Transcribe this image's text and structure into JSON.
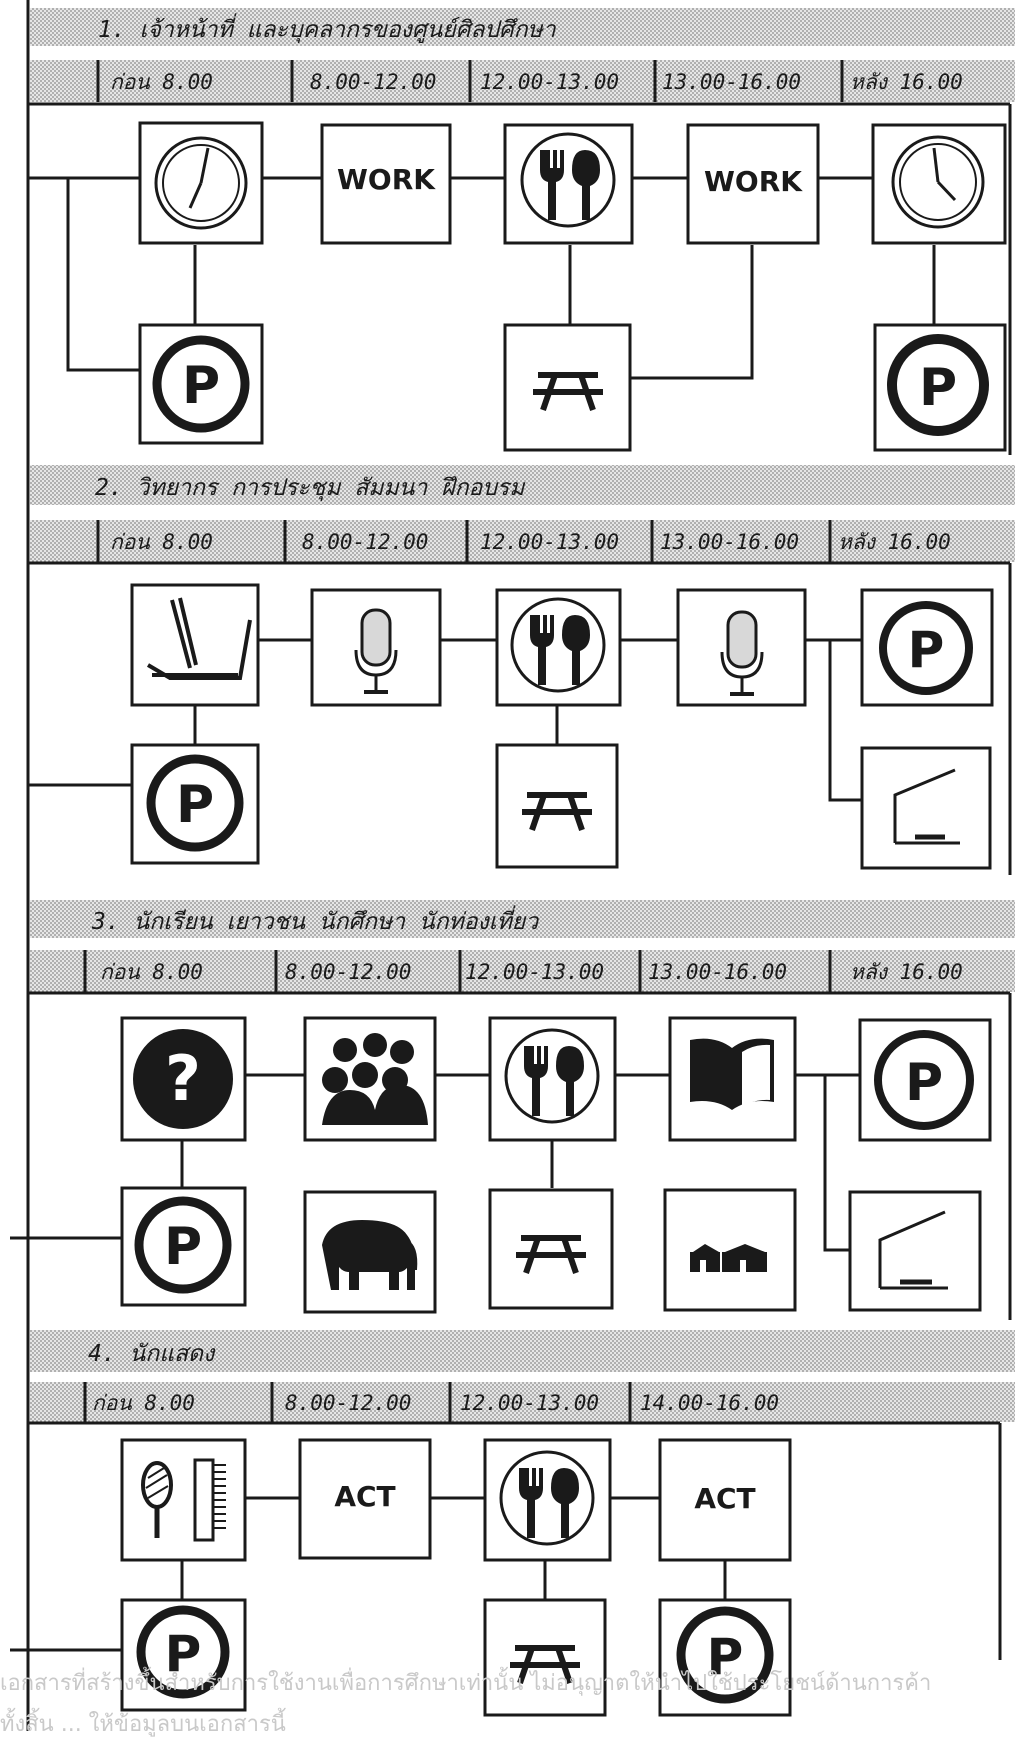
{
  "sections": [
    {
      "title": "1. เจ้าหน้าที่ และบุคลากรของศูนย์ศิลปศึกษา",
      "times": [
        "ก่อน 8.00",
        "8.00-12.00",
        "12.00-13.00",
        "13.00-16.00",
        "หลัง 16.00"
      ],
      "top_icons": [
        "clock-icon",
        "work-label",
        "fork-spoon-icon",
        "work-label",
        "clock-icon"
      ],
      "bottom_icons": [
        "parking-icon",
        "",
        "picnic-table-icon",
        "",
        "parking-icon"
      ],
      "labels": {
        "work": "WORK"
      }
    },
    {
      "title": "2. วิทยากร การประชุม สัมมนา ฝึกอบรม",
      "times": [
        "ก่อน 8.00",
        "8.00-12.00",
        "12.00-13.00",
        "13.00-16.00",
        "หลัง 16.00"
      ],
      "top_icons": [
        "writing-book-icon",
        "microphone-icon",
        "fork-spoon-icon",
        "microphone-icon",
        "parking-icon"
      ],
      "bottom_icons": [
        "parking-icon",
        "",
        "picnic-table-icon",
        "",
        "lodging-icon"
      ]
    },
    {
      "title": "3. นักเรียน เยาวชน นักศึกษา นักท่องเที่ยว",
      "times": [
        "ก่อน 8.00",
        "8.00-12.00",
        "12.00-13.00",
        "13.00-16.00",
        "หลัง 16.00"
      ],
      "top_icons": [
        "question-icon",
        "crowd-icon",
        "fork-spoon-icon",
        "book-icon",
        "parking-icon"
      ],
      "bottom_icons": [
        "parking-icon",
        "elephant-icon",
        "picnic-table-icon",
        "houses-icon",
        "lodging-icon"
      ]
    },
    {
      "title": "4. นักแสดง",
      "times": [
        "ก่อน 8.00",
        "8.00-12.00",
        "12.00-13.00",
        "14.00-16.00"
      ],
      "top_icons": [
        "mirror-comb-icon",
        "act-label",
        "fork-spoon-icon",
        "act-label"
      ],
      "bottom_icons": [
        "parking-icon",
        "",
        "picnic-table-icon",
        "parking-icon"
      ],
      "labels": {
        "act": "ACT"
      }
    }
  ],
  "icon_letter": "P",
  "watermark": {
    "line1": "เอกสารที่สร้างขึ้นสำหรับการใช้งานเพื่อการศึกษาเท่านั้น ไม่อนุญาตให้นำไปใช้ประโยชน์ด้านการค้า",
    "line2": "ทั้งสิ้น ... ให้ข้อมูลบนเอกสารนี้"
  }
}
